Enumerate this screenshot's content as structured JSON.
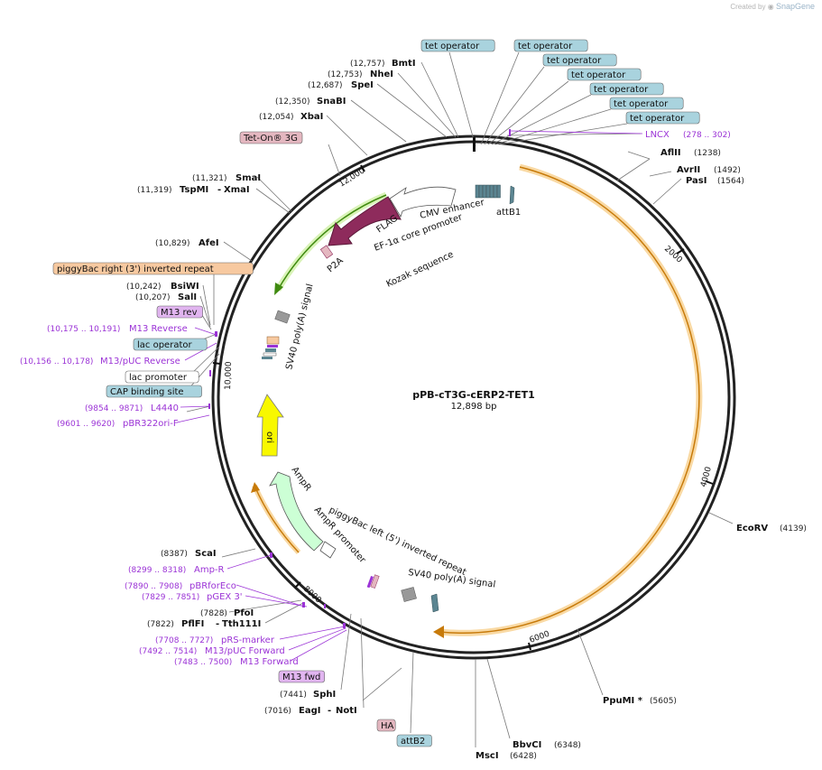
{
  "credit": {
    "prefix": "Created by",
    "brand": "SnapGene"
  },
  "plasmid": {
    "name": "pPB-cT3G-cERP2-TET1",
    "size": "12,898 bp"
  },
  "ticks": [
    "2000",
    "4000",
    "6000",
    "8000",
    "10,000",
    "12,000"
  ],
  "box_labels": [
    {
      "text": "tet operator",
      "fill": "#a9d3de"
    },
    {
      "text": "tet operator",
      "fill": "#a9d3de"
    },
    {
      "text": "tet operator",
      "fill": "#a9d3de"
    },
    {
      "text": "tet operator",
      "fill": "#a9d3de"
    },
    {
      "text": "tet operator",
      "fill": "#a9d3de"
    },
    {
      "text": "tet operator",
      "fill": "#a9d3de"
    },
    {
      "text": "tet operator",
      "fill": "#a9d3de"
    },
    {
      "text": "Tet-On® 3G",
      "fill": "#e4b7c0"
    },
    {
      "text": "piggyBac right (3') inverted repeat",
      "fill": "#f7c9a0"
    },
    {
      "text": "M13 rev",
      "fill": "#e1b5f0"
    },
    {
      "text": "lac operator",
      "fill": "#a9d3de"
    },
    {
      "text": "lac promoter",
      "fill": "#ffffff"
    },
    {
      "text": "CAP binding site",
      "fill": "#a9d3de"
    },
    {
      "text": "M13 fwd",
      "fill": "#e1b5f0"
    },
    {
      "text": "HA",
      "fill": "#e4b7c0"
    },
    {
      "text": "attB2",
      "fill": "#a9d3de"
    }
  ],
  "enzymes": [
    {
      "name": "BmtI",
      "pos": "(12,757)"
    },
    {
      "name": "NheI",
      "pos": "(12,753)"
    },
    {
      "name": "SpeI",
      "pos": "(12,687)"
    },
    {
      "name": "SnaBI",
      "pos": "(12,350)"
    },
    {
      "name": "XbaI",
      "pos": "(12,054)"
    },
    {
      "name": "SmaI",
      "pos": "(11,321)"
    },
    {
      "name": "TspMI",
      "name2": "XmaI",
      "pos": "(11,319)"
    },
    {
      "name": "AfeI",
      "pos": "(10,829)"
    },
    {
      "name": "BsiWI",
      "pos": "(10,242)"
    },
    {
      "name": "SalI",
      "pos": "(10,207)"
    },
    {
      "name": "AflII",
      "pos": "(1238)"
    },
    {
      "name": "AvrII",
      "pos": "(1492)"
    },
    {
      "name": "PasI",
      "pos": "(1564)"
    },
    {
      "name": "EcoRV",
      "pos": "(4139)"
    },
    {
      "name": "PpuMI *",
      "pos": "(5605)"
    },
    {
      "name": "BbvCI",
      "pos": "(6348)"
    },
    {
      "name": "MscI",
      "pos": "(6428)"
    },
    {
      "name": "ScaI",
      "pos": "(8387)"
    },
    {
      "name": "PfoI",
      "pos": "(7828)"
    },
    {
      "name": "PflFI",
      "name2": "Tth111I",
      "pos": "(7822)"
    },
    {
      "name": "SphI",
      "pos": "(7441)"
    },
    {
      "name": "EagI",
      "name2": "NotI",
      "pos": "(7016)"
    }
  ],
  "primers": [
    {
      "name": "LNCX",
      "pos": "(278 .. 302)"
    },
    {
      "name": "M13 Reverse",
      "pos": "(10,175 .. 10,191)"
    },
    {
      "name": "M13/pUC Reverse",
      "pos": "(10,156 .. 10,178)"
    },
    {
      "name": "L4440",
      "pos": "(9854 .. 9871)"
    },
    {
      "name": "pBR322ori-F",
      "pos": "(9601 .. 9620)"
    },
    {
      "name": "Amp-R",
      "pos": "(8299 .. 8318)"
    },
    {
      "name": "pBRforEco",
      "pos": "(7890 .. 7908)"
    },
    {
      "name": "pGEX 3'",
      "pos": "(7829 .. 7851)"
    },
    {
      "name": "pRS-marker",
      "pos": "(7708 .. 7727)"
    },
    {
      "name": "M13/pUC Forward",
      "pos": "(7492 .. 7514)"
    },
    {
      "name": "M13 Forward",
      "pos": "(7483 .. 7500)"
    }
  ],
  "inner_labels": {
    "cmv": "CMV enhancer",
    "ef1a": "EF-1α core promoter",
    "attb1": "attB1",
    "flag": "FLAG",
    "p2a": "P2A",
    "kozak": "Kozak sequence",
    "sv40a": "SV40 poly(A) signal",
    "ori": "ori",
    "ampr": "AmpR",
    "amprp": "AmpR promoter",
    "pbl": "piggyBac left (5') inverted repeat",
    "sv40b": "SV40 poly(A) signal"
  },
  "colors": {
    "orange_feature": "#f5a623",
    "green_feature": "#7ed321",
    "tet_on": "#8e2b5c",
    "ori": "#f8f800",
    "ampr": "#ccffd5",
    "primer": "#9b33d6",
    "operator": "#5b8591"
  }
}
